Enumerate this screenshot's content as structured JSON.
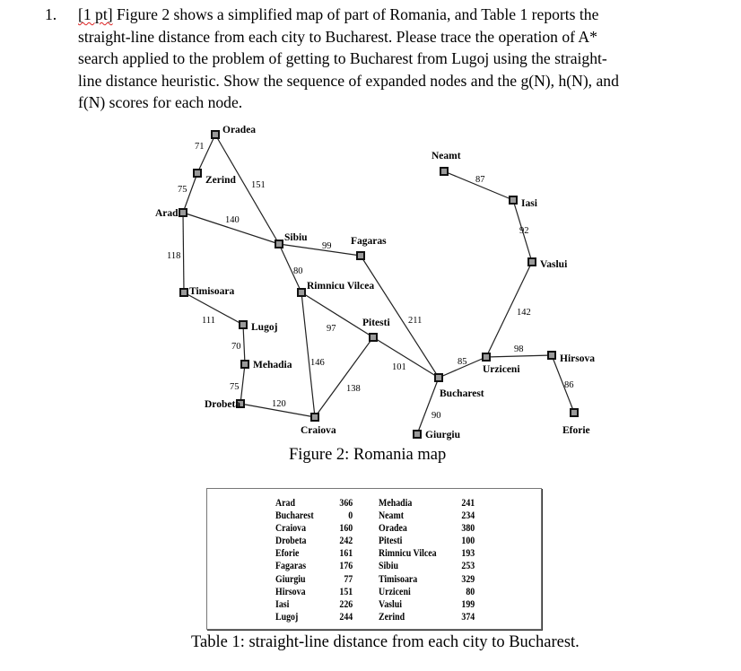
{
  "question": {
    "number": "1.",
    "points": "[1 pt]",
    "lines": [
      "Figure 2 shows a simplified map of part of Romania, and Table 1 reports the",
      "straight-line distance from each city to Bucharest. Please trace the operation of A*",
      "search applied to the problem of getting to Bucharest from Lugoj using the straight-",
      "line distance heuristic. Show the sequence of expanded nodes and the g(N), h(N), and",
      "f(N) scores for each node."
    ]
  },
  "map": {
    "cities": [
      {
        "name": "Oradea"
      },
      {
        "name": "Zerind"
      },
      {
        "name": "Arad"
      },
      {
        "name": "Timisoara"
      },
      {
        "name": "Lugoj"
      },
      {
        "name": "Mehadia"
      },
      {
        "name": "Drobeta"
      },
      {
        "name": "Craiova"
      },
      {
        "name": "Sibiu"
      },
      {
        "name": "Rimnicu Vilcea"
      },
      {
        "name": "Fagaras"
      },
      {
        "name": "Pitesti"
      },
      {
        "name": "Bucharest"
      },
      {
        "name": "Giurgiu"
      },
      {
        "name": "Urziceni"
      },
      {
        "name": "Neamt"
      },
      {
        "name": "Iasi"
      },
      {
        "name": "Vaslui"
      },
      {
        "name": "Hirsova"
      },
      {
        "name": "Eforie"
      }
    ],
    "roads": [
      {
        "from": "Oradea",
        "to": "Zerind",
        "distance": "71"
      },
      {
        "from": "Zerind",
        "to": "Arad",
        "distance": "75"
      },
      {
        "from": "Oradea",
        "to": "Sibiu",
        "distance": "151"
      },
      {
        "from": "Arad",
        "to": "Sibiu",
        "distance": "140"
      },
      {
        "from": "Arad",
        "to": "Timisoara",
        "distance": "118"
      },
      {
        "from": "Timisoara",
        "to": "Lugoj",
        "distance": "111"
      },
      {
        "from": "Lugoj",
        "to": "Mehadia",
        "distance": "70"
      },
      {
        "from": "Mehadia",
        "to": "Drobeta",
        "distance": "75"
      },
      {
        "from": "Drobeta",
        "to": "Craiova",
        "distance": "120"
      },
      {
        "from": "Sibiu",
        "to": "Fagaras",
        "distance": "99"
      },
      {
        "from": "Sibiu",
        "to": "Rimnicu Vilcea",
        "distance": "80"
      },
      {
        "from": "Rimnicu Vilcea",
        "to": "Pitesti",
        "distance": "97"
      },
      {
        "from": "Rimnicu Vilcea",
        "to": "Craiova",
        "distance": "146"
      },
      {
        "from": "Craiova",
        "to": "Pitesti",
        "distance": "138"
      },
      {
        "from": "Fagaras",
        "to": "Bucharest",
        "distance": "211"
      },
      {
        "from": "Pitesti",
        "to": "Bucharest",
        "distance": "101"
      },
      {
        "from": "Bucharest",
        "to": "Giurgiu",
        "distance": "90"
      },
      {
        "from": "Bucharest",
        "to": "Urziceni",
        "distance": "85"
      },
      {
        "from": "Urziceni",
        "to": "Vaslui",
        "distance": "142"
      },
      {
        "from": "Vaslui",
        "to": "Iasi",
        "distance": "92"
      },
      {
        "from": "Iasi",
        "to": "Neamt",
        "distance": "87"
      },
      {
        "from": "Urziceni",
        "to": "Hirsova",
        "distance": "98"
      },
      {
        "from": "Hirsova",
        "to": "Eforie",
        "distance": "86"
      }
    ]
  },
  "figure_caption": "Figure 2: Romania map",
  "table": {
    "left_cities": [
      "Arad",
      "Bucharest",
      "Craiova",
      "Drobeta",
      "Eforie",
      "Fagaras",
      "Giurgiu",
      "Hirsova",
      "Iasi",
      "Lugoj"
    ],
    "left_values": [
      "366",
      "0",
      "160",
      "242",
      "161",
      "176",
      "77",
      "151",
      "226",
      "244"
    ],
    "right_cities": [
      "Mehadia",
      "Neamt",
      "Oradea",
      "Pitesti",
      "Rimnicu Vilcea",
      "Sibiu",
      "Timisoara",
      "Urziceni",
      "Vaslui",
      "Zerind"
    ],
    "right_values": [
      "241",
      "234",
      "380",
      "100",
      "193",
      "253",
      "329",
      "80",
      "199",
      "374"
    ]
  },
  "table_caption": "Table 1: straight-line distance from each city to Bucharest."
}
